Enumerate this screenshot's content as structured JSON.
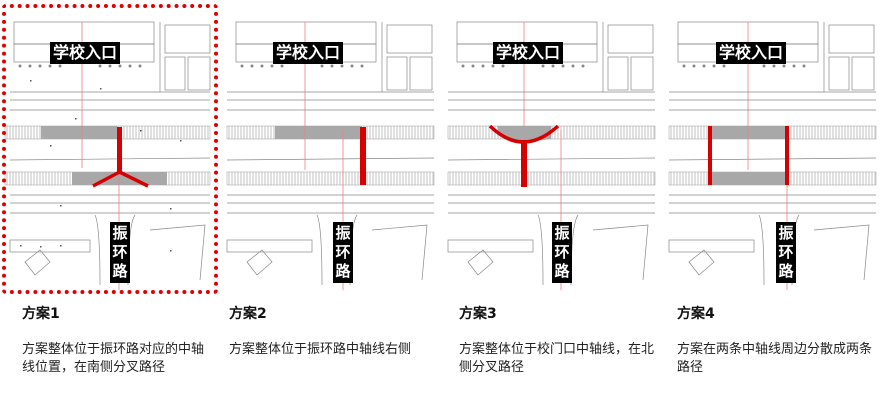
{
  "labels": {
    "school_entrance": "学校入口",
    "road_chars": [
      "振",
      "环",
      "路"
    ]
  },
  "colors": {
    "accent_red": "#d60000",
    "highlight_red": "#e00000",
    "paving_gray": "#a8a8a8",
    "axis_line": "#f08080"
  },
  "schemes": [
    {
      "title": "方案1",
      "description": "方案整体位于振环路对应的中轴线位置，在南侧分叉路径",
      "selected": true
    },
    {
      "title": "方案2",
      "description": "方案整体位于振环路中轴线右侧",
      "selected": false
    },
    {
      "title": "方案3",
      "description": "方案整体位于校门口中轴线，在北侧分叉路径",
      "selected": false
    },
    {
      "title": "方案4",
      "description": "方案在两条中轴线周边分散成两条路径",
      "selected": false
    }
  ]
}
